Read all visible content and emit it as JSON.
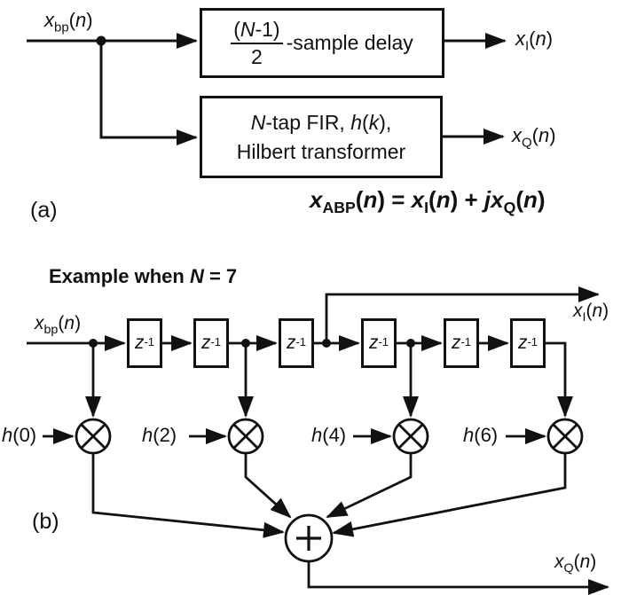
{
  "colors": {
    "ink": "#111111",
    "background": "#ffffff"
  },
  "icons": {
    "multiplier": "circle-with-x-multiply-icon",
    "adder": "circle-with-plus-sum-icon",
    "junction": "filled-dot-junction",
    "arrowhead": "solid-black-triangle"
  },
  "part_a": {
    "tag": "(a)",
    "input_label": [
      {
        "t": "x",
        "i": true
      },
      {
        "t": "bp",
        "sub": true
      },
      {
        "t": "("
      },
      {
        "t": "n",
        "i": true
      },
      {
        "t": ")"
      }
    ],
    "delay_box": {
      "numerator": [
        {
          "t": "("
        },
        {
          "t": "N",
          "i": true
        },
        {
          "t": "-1)"
        }
      ],
      "denominator": "2",
      "suffix": "-sample delay"
    },
    "fir_box": {
      "line1": [
        {
          "t": "N",
          "i": true
        },
        {
          "t": "-tap FIR, "
        },
        {
          "t": "h",
          "i": true
        },
        {
          "t": "("
        },
        {
          "t": "k",
          "i": true
        },
        {
          "t": "),"
        }
      ],
      "line2": [
        {
          "t": "Hilbert transformer"
        }
      ]
    },
    "output_i_label": [
      {
        "t": "x",
        "i": true
      },
      {
        "t": "I",
        "sub": true
      },
      {
        "t": "("
      },
      {
        "t": "n",
        "i": true
      },
      {
        "t": ")"
      }
    ],
    "output_q_label": [
      {
        "t": "x",
        "i": true
      },
      {
        "t": "Q",
        "sub": true
      },
      {
        "t": "("
      },
      {
        "t": "n",
        "i": true
      },
      {
        "t": ")"
      }
    ],
    "equation": [
      {
        "t": "x",
        "i": true
      },
      {
        "t": "ABP",
        "sub": true
      },
      {
        "t": "("
      },
      {
        "t": "n",
        "i": true
      },
      {
        "t": ") = "
      },
      {
        "t": "x",
        "i": true
      },
      {
        "t": "I",
        "sub": true
      },
      {
        "t": "("
      },
      {
        "t": "n",
        "i": true
      },
      {
        "t": ") + "
      },
      {
        "t": "jx",
        "i": true
      },
      {
        "t": "Q",
        "sub": true
      },
      {
        "t": "("
      },
      {
        "t": "n",
        "i": true
      },
      {
        "t": ")"
      }
    ]
  },
  "part_b": {
    "tag": "(b)",
    "title": [
      {
        "t": "Example when "
      },
      {
        "t": "N",
        "i": true
      },
      {
        "t": " = 7"
      }
    ],
    "input_label": [
      {
        "t": "x",
        "i": true
      },
      {
        "t": "bp",
        "sub": true
      },
      {
        "t": "("
      },
      {
        "t": "n",
        "i": true
      },
      {
        "t": ")"
      }
    ],
    "delay_blocks": [
      [
        {
          "t": "z",
          "i": true
        },
        {
          "t": "-1",
          "sup": true
        }
      ],
      [
        {
          "t": "z",
          "i": true
        },
        {
          "t": "-1",
          "sup": true
        }
      ],
      [
        {
          "t": "z",
          "i": true
        },
        {
          "t": "-1",
          "sup": true
        }
      ],
      [
        {
          "t": "z",
          "i": true
        },
        {
          "t": "-1",
          "sup": true
        }
      ],
      [
        {
          "t": "z",
          "i": true
        },
        {
          "t": "-1",
          "sup": true
        }
      ],
      [
        {
          "t": "z",
          "i": true
        },
        {
          "t": "-1",
          "sup": true
        }
      ]
    ],
    "coeff_labels": [
      [
        {
          "t": "h",
          "i": true
        },
        {
          "t": "(0)"
        }
      ],
      [
        {
          "t": "h",
          "i": true
        },
        {
          "t": "(2)"
        }
      ],
      [
        {
          "t": "h",
          "i": true
        },
        {
          "t": "(4)"
        }
      ],
      [
        {
          "t": "h",
          "i": true
        },
        {
          "t": "(6)"
        }
      ]
    ],
    "output_i_label": [
      {
        "t": "x",
        "i": true
      },
      {
        "t": "I",
        "sub": true
      },
      {
        "t": "("
      },
      {
        "t": "n",
        "i": true
      },
      {
        "t": ")"
      }
    ],
    "output_q_label": [
      {
        "t": "x",
        "i": true
      },
      {
        "t": "Q",
        "sub": true
      },
      {
        "t": "("
      },
      {
        "t": "n",
        "i": true
      },
      {
        "t": ")"
      }
    ]
  }
}
